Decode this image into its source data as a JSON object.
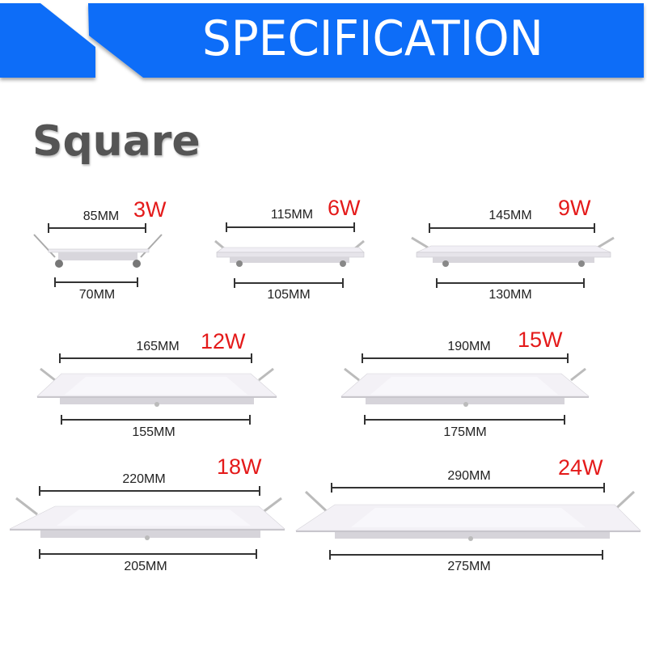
{
  "header": {
    "title": "SPECIFICATION",
    "color": "#0a6df8"
  },
  "section": {
    "title": "Square"
  },
  "products": [
    {
      "wattage": "3W",
      "outer_size": "85MM",
      "cutout_size": "70MM"
    },
    {
      "wattage": "6W",
      "outer_size": "115MM",
      "cutout_size": "105MM"
    },
    {
      "wattage": "9W",
      "outer_size": "145MM",
      "cutout_size": "130MM"
    },
    {
      "wattage": "12W",
      "outer_size": "165MM",
      "cutout_size": "155MM"
    },
    {
      "wattage": "15W",
      "outer_size": "190MM",
      "cutout_size": "175MM"
    },
    {
      "wattage": "18W",
      "outer_size": "220MM",
      "cutout_size": "205MM"
    },
    {
      "wattage": "24W",
      "outer_size": "290MM",
      "cutout_size": "275MM"
    }
  ],
  "colors": {
    "watt_label": "#e41a1a",
    "dimension_text": "#222222",
    "section_title": "#555555"
  }
}
